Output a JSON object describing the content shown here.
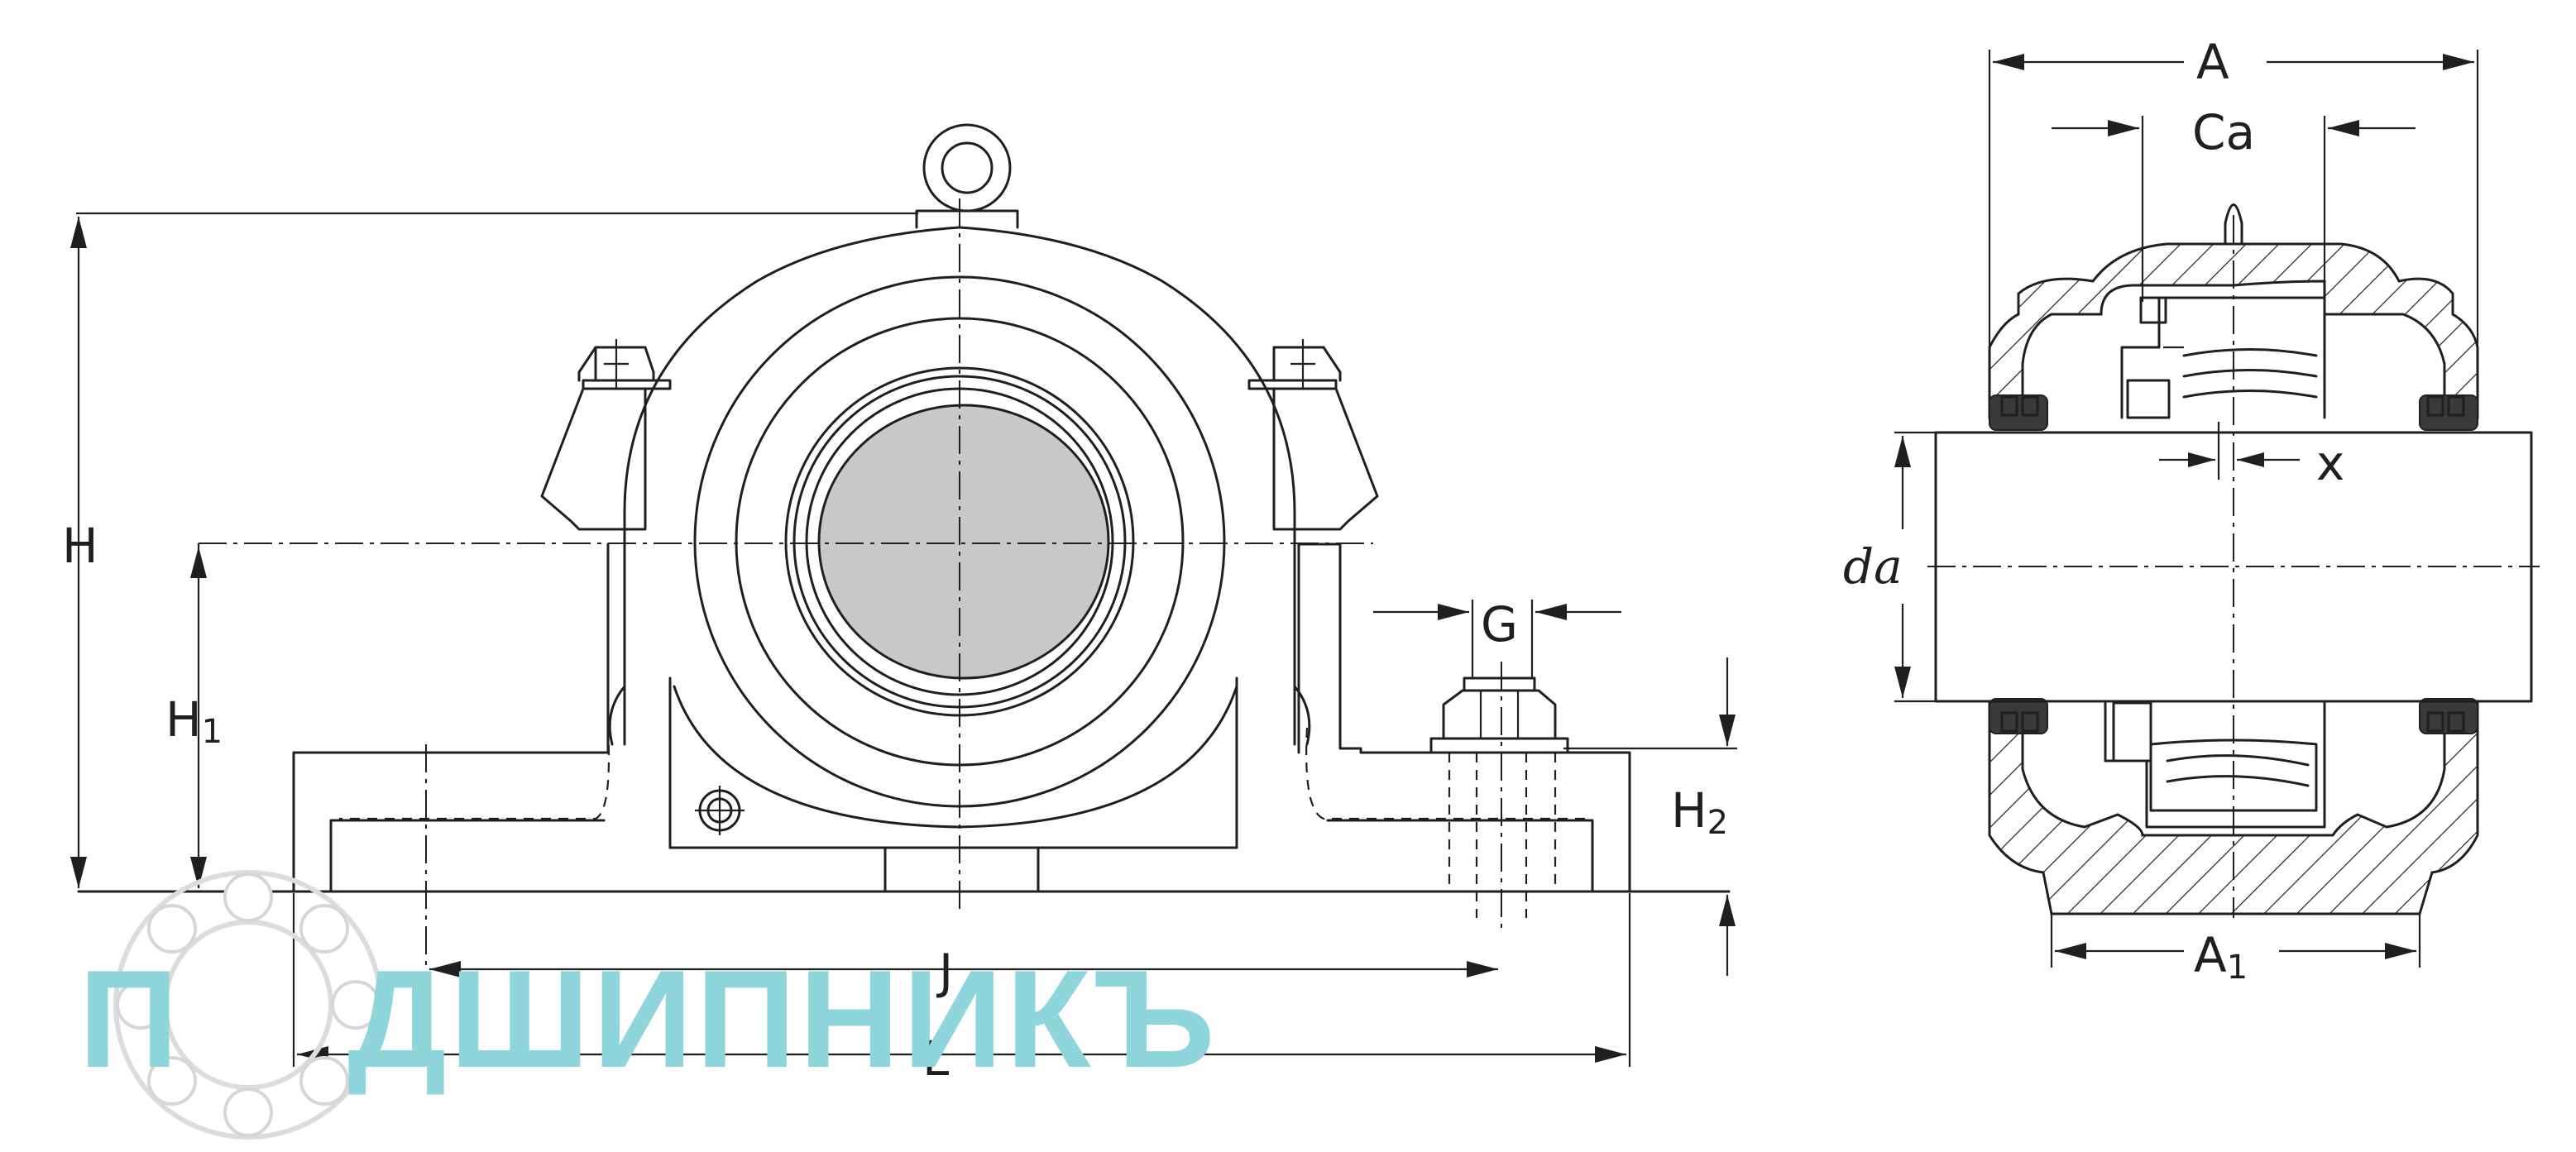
{
  "labels": {
    "H": "H",
    "H1": "H",
    "H1_sub": "1",
    "H2": "H",
    "H2_sub": "2",
    "G": "G",
    "J": "J",
    "L": "L",
    "A": "A",
    "Ca": "Ca",
    "A1": "A",
    "A1_sub": "1",
    "x": "x",
    "da": "da"
  },
  "watermark": {
    "text_left": "П",
    "text_right": "ДШИПНИКЪ"
  },
  "colors": {
    "line": "#1f1f1f",
    "shaft": "#c8c8c8",
    "watermark": "#8fd5dc"
  }
}
